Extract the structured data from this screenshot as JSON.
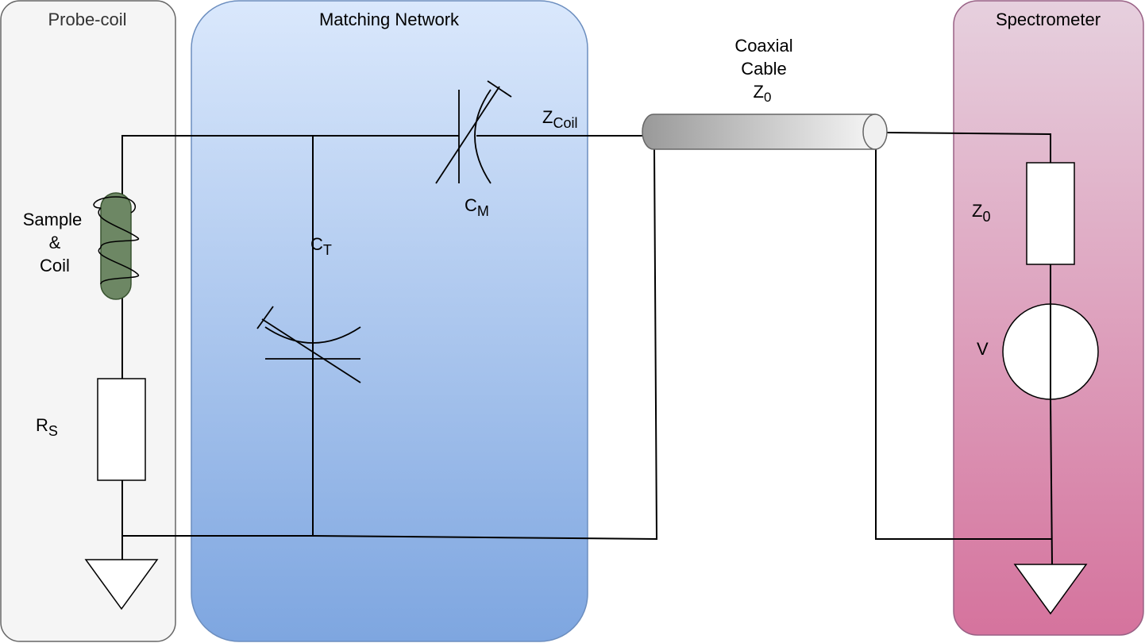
{
  "panels": {
    "probe": {
      "title": "Probe-coil",
      "fill": "#f5f5f5",
      "stroke": "#666666",
      "title_color": "#333333"
    },
    "matching": {
      "title": "Matching Network",
      "fill_top": "#dae8fc",
      "fill_bottom": "#7ea6e0",
      "stroke": "#6c8ebf",
      "title_color": "#000000"
    },
    "spectrometer": {
      "title": "Spectrometer",
      "fill_top": "#e6d0de",
      "fill_bottom": "#d5739d",
      "stroke": "#996185",
      "title_color": "#000000"
    }
  },
  "labels": {
    "sample_coil": [
      "Sample",
      "&",
      "Coil"
    ],
    "rs": {
      "main": "R",
      "sub": "S"
    },
    "ct": {
      "main": "C",
      "sub": "T"
    },
    "cm": {
      "main": "C",
      "sub": "M"
    },
    "zcoil": {
      "main": "Z",
      "sub": "Coil"
    },
    "coax": {
      "line1": "Coaxial",
      "line2": "Cable",
      "z_main": "Z",
      "z_sub": "0"
    },
    "z0": {
      "main": "Z",
      "sub": "0"
    },
    "v": "V"
  },
  "colors": {
    "wire": "#000000",
    "coil_fill": "#6d8764",
    "coil_stroke": "#3a5431",
    "cable_dark": "#999999",
    "cable_light": "#f5f5f5",
    "cable_stroke": "#666666"
  }
}
